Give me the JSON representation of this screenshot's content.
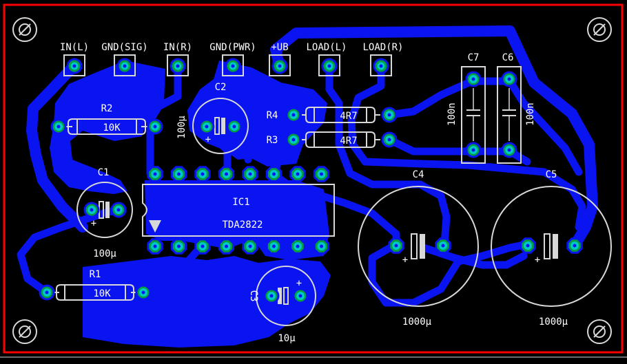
{
  "connector_labels": [
    "IN(L)",
    "GND(SIG)",
    "IN(R)",
    "GND(PWR)",
    "+UB",
    "LOAD(L)",
    "LOAD(R)"
  ],
  "components": {
    "r1": {
      "ref": "R1",
      "value": "10K"
    },
    "r2": {
      "ref": "R2",
      "value": "10K"
    },
    "r3": {
      "ref": "R3",
      "value": "4R7"
    },
    "r4": {
      "ref": "R4",
      "value": "4R7"
    },
    "c1": {
      "ref": "C1",
      "value": "100µ",
      "polarity": "+"
    },
    "c2": {
      "ref": "C2",
      "value": "100µ",
      "polarity": "+"
    },
    "c3": {
      "ref": "C3",
      "value": "10µ",
      "polarity": "+"
    },
    "c4": {
      "ref": "C4",
      "value": "1000µ",
      "polarity": "+"
    },
    "c5": {
      "ref": "C5",
      "value": "1000µ",
      "polarity": "+"
    },
    "c6": {
      "ref": "C6",
      "value": "100n"
    },
    "c7": {
      "ref": "C7",
      "value": "100n"
    },
    "ic1": {
      "ref": "IC1",
      "value": "TDA2822"
    }
  },
  "colors": {
    "background": "#000000",
    "board_outline": "#ff0000",
    "copper": "#0a14f0",
    "pad_ring": "#00a040",
    "pad_inner": "#00c8c8",
    "silkscreen": "#d8d8d8"
  }
}
